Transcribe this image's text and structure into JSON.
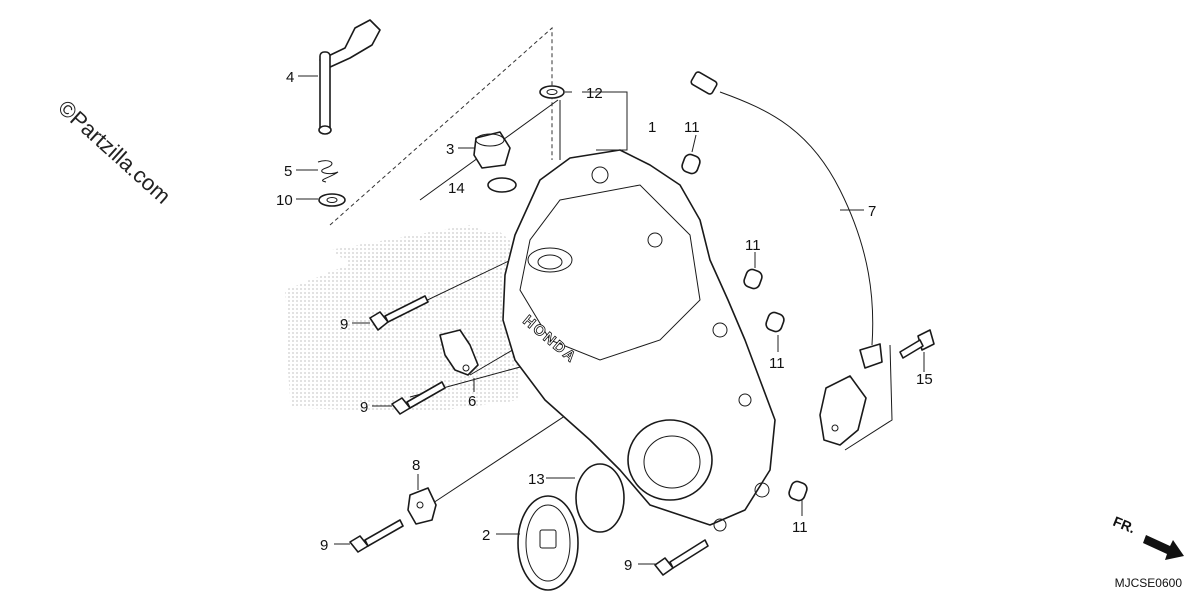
{
  "watermark": "©Partzilla.com",
  "diagram_code": "MJCSE0600",
  "front_marker": "FR.",
  "cover_brand": "HONDA",
  "callouts": [
    {
      "id": "c1",
      "label": "1"
    },
    {
      "id": "c2",
      "label": "2"
    },
    {
      "id": "c3",
      "label": "3"
    },
    {
      "id": "c4",
      "label": "4"
    },
    {
      "id": "c5",
      "label": "5"
    },
    {
      "id": "c6",
      "label": "6"
    },
    {
      "id": "c7",
      "label": "7"
    },
    {
      "id": "c8",
      "label": "8"
    },
    {
      "id": "c9a",
      "label": "9"
    },
    {
      "id": "c9b",
      "label": "9"
    },
    {
      "id": "c9c",
      "label": "9"
    },
    {
      "id": "c9d",
      "label": "9"
    },
    {
      "id": "c10",
      "label": "10"
    },
    {
      "id": "c11a",
      "label": "11"
    },
    {
      "id": "c11b",
      "label": "11"
    },
    {
      "id": "c11c",
      "label": "11"
    },
    {
      "id": "c11d",
      "label": "11"
    },
    {
      "id": "c12",
      "label": "12"
    },
    {
      "id": "c13",
      "label": "13"
    },
    {
      "id": "c14",
      "label": "14"
    },
    {
      "id": "c15",
      "label": "15"
    }
  ]
}
